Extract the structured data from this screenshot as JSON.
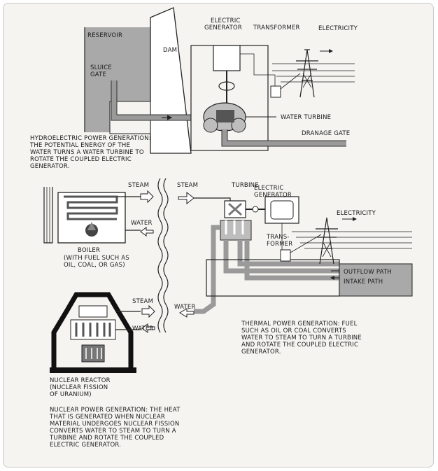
{
  "hydro": {
    "reservoir": "RESERVOIR",
    "sluice_gate_1": "SLUICE",
    "sluice_gate_2": "GATE",
    "dam": "DAM",
    "electric_generator_1": "ELECTRIC",
    "electric_generator_2": "GENERATOR",
    "transformer": "TRANSFORMER",
    "electricity": "ELECTRICITY",
    "water_turbine": "WATER TURBINE",
    "drainage_gate": "DRANAGE GATE",
    "caption": [
      "HYDROELECTRIC POWER GENERATION:",
      "THE POTENTIAL ENERGY OF THE",
      "WATER TURNS A WATER TURBINE TO",
      "ROTATE THE COUPLED ELECTRIC",
      "GENERATOR."
    ]
  },
  "thermal": {
    "steam_boiler": "STEAM",
    "water_boiler": "WATER",
    "boiler": "BOILER",
    "boiler_note": [
      "(WITH FUEL SUCH AS",
      "OIL, COAL, OR GAS)"
    ],
    "steam_right": "STEAM",
    "water_right": "WATER",
    "turbine": "TURBINE",
    "electric_generator_1": "ELECTRIC",
    "electric_generator_2": "GENERATOR",
    "electricity": "ELECTRICITY",
    "transformer_1": "TRANS-",
    "transformer_2": "FORMER",
    "outflow_path": "OUTFLOW PATH",
    "intake_path": "INTAKE PATH",
    "caption": [
      "THERMAL POWER GENERATION: FUEL",
      "SUCH AS OIL OR COAL CONVERTS",
      "WATER TO STEAM TO TURN A TURBINE",
      "AND ROTATE THE COUPLED ELECTRIC",
      "GENERATOR."
    ]
  },
  "nuclear": {
    "steam": "STEAM",
    "water": "WATER",
    "reactor": [
      "NUCLEAR REACTOR",
      "(NUCLEAR FISSION",
      "OF URANIUM)"
    ],
    "caption": [
      "NUCLEAR POWER GENERATION: THE HEAT",
      "THAT IS GENERATED WHEN NUCLEAR",
      "MATERIAL UNDERGOES NUCLEAR FISSION",
      "CONVERTS WATER TO STEAM TO TURN A",
      "TURBINE AND ROTATE THE COUPLED",
      "ELECTRIC GENERATOR."
    ]
  }
}
